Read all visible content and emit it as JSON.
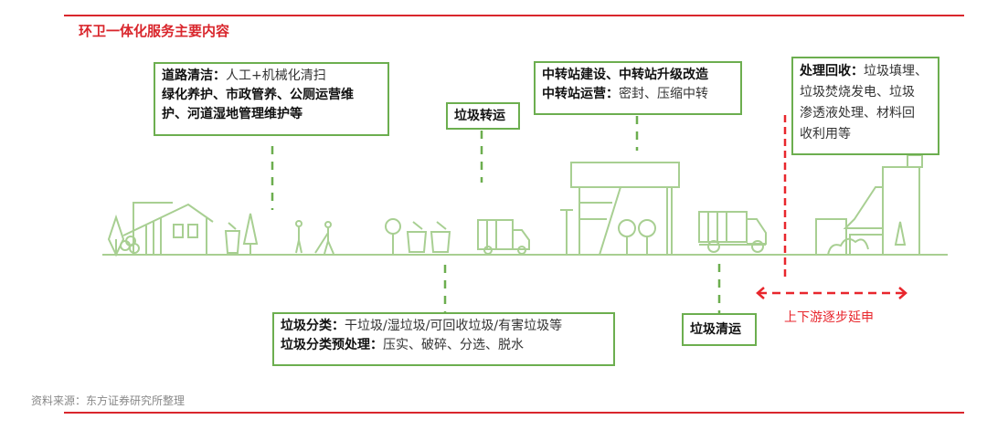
{
  "title": "环卫一体化服务主要内容",
  "boxes": {
    "sanitation": {
      "l1_bold": "道路清洁：",
      "l1_normal": "人工+机械化清扫",
      "l2": "绿化养护、市政管养、公厕运营维",
      "l3": "护、河道湿地管理维护等"
    },
    "transport": "垃圾转运",
    "station": {
      "l1": "中转站建设、中转站升级改造",
      "l2_bold": "中转站运营：",
      "l2_normal": "密封、压缩中转"
    },
    "processing": {
      "bold": "处理回收：",
      "l1": "垃圾填埋、",
      "l2": "垃圾焚烧发电、垃圾",
      "l3": "渗透液处理、材料回",
      "l4": "收利用等"
    },
    "sorting": {
      "l1_bold": "垃圾分类：",
      "l1_normal": "干垃圾/湿垃圾/可回收垃圾/有害垃圾等",
      "l2_bold": "垃圾分类预处理：",
      "l2_normal": "压实、破碎、分选、脱水"
    },
    "collection": "垃圾清运"
  },
  "extension_label": "上下游逐步延申",
  "source": "资料来源：东方证券研究所整理",
  "colors": {
    "red": "#d9262c",
    "green": "#6cae4f",
    "icon": "#a8cf92"
  }
}
